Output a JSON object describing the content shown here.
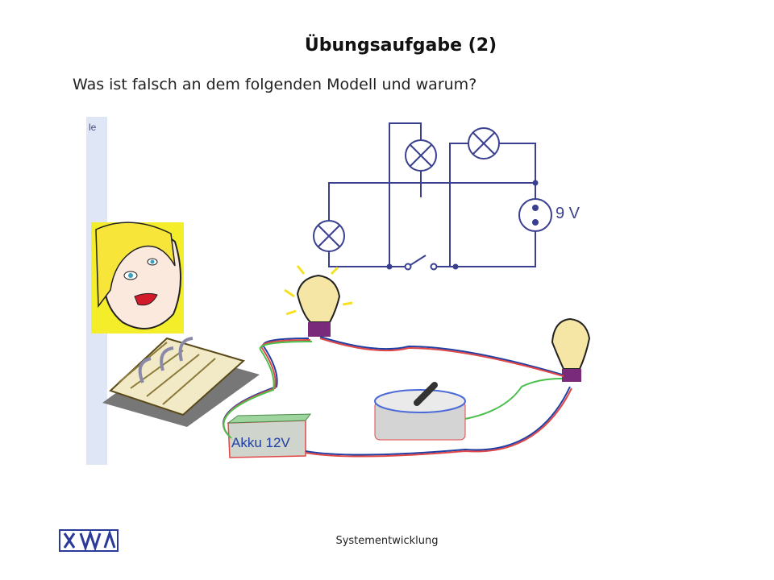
{
  "slide": {
    "title": "Übungsaufgabe (2)",
    "question": "Was ist falsch an dem folgenden Modell und warum?",
    "sidebar_fragment": "le",
    "footer": "Systementwicklung"
  },
  "schematic": {
    "voltage_label": "9 V",
    "lamps": 3,
    "switch_state": "open"
  },
  "illustration": {
    "battery_label": "Akku 12V",
    "bulbs": 2
  },
  "colors": {
    "schematic_wire": "#3a3f8f",
    "voltage_text": "#3a3f8f",
    "sidebar": "#dfe7f7",
    "battery_body": "#cfd4cc",
    "bulb_glass": "#f6e6a6"
  },
  "icons": [
    "woman-face-illustration",
    "notebook-illustration",
    "logo-mark"
  ]
}
